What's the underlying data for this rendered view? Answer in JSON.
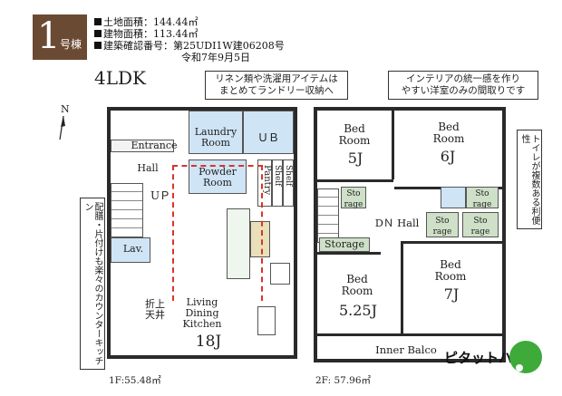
{
  "header": {
    "badge_number": "1",
    "badge_unit": "号棟",
    "info": [
      "土地面積：144.44㎡",
      "建物面積：113.44㎡",
      "建築確認番号：第25UDI1W建06208号"
    ],
    "info_date": "令和7年9月5日",
    "layout_type": "4LDK"
  },
  "notes": {
    "laundry_note": [
      "リネン類や洗濯用アイテムは",
      "まとめてランドリー収納へ"
    ],
    "interior_note": [
      "インテリアの統一感を作り",
      "やすい洋室のみの間取りです"
    ],
    "toilet_note": "トイレが複数ある利便性",
    "counter_note": "配膳・片付けも楽々のカウンターキッチン"
  },
  "floor1": {
    "entrance": "Entrance",
    "hall": "Hall",
    "up": "UＰ",
    "laundry": [
      "Laundry",
      "Room"
    ],
    "ub": "ＵＢ",
    "powder": [
      "Powder",
      "Room"
    ],
    "pantry": "Pantry",
    "shelf": "Shelf",
    "lav": "Lav.",
    "fold_ceiling": [
      "折上",
      "天井"
    ],
    "ldk": [
      "Living",
      "Dining",
      "Kitchen"
    ],
    "ldk_size": "18J",
    "area_label": "1F:55.48㎡"
  },
  "floor2": {
    "bed5": [
      "Bed",
      "Room"
    ],
    "bed5_size": "5J",
    "bed6": [
      "Bed",
      "Room"
    ],
    "bed6_size": "6J",
    "storage_small": [
      "Sto",
      "rage"
    ],
    "dn_hall": "DＮ Hall",
    "storage": "Storage",
    "bed525": [
      "Bed",
      "Room"
    ],
    "bed525_size": "5.25J",
    "bed7": [
      "Bed",
      "Room"
    ],
    "bed7_size": "7J",
    "inner_balco": "Inner Balco",
    "area_label": "2F: 57.96㎡"
  },
  "brand": {
    "logo_text": "ピタットハウス",
    "logo_color": "#3daa3a"
  },
  "colors": {
    "badge": "#6b4a33",
    "water_room": "#cfe4f5",
    "storage_room": "#cfe0c8",
    "flow_line": "#d9342b"
  }
}
